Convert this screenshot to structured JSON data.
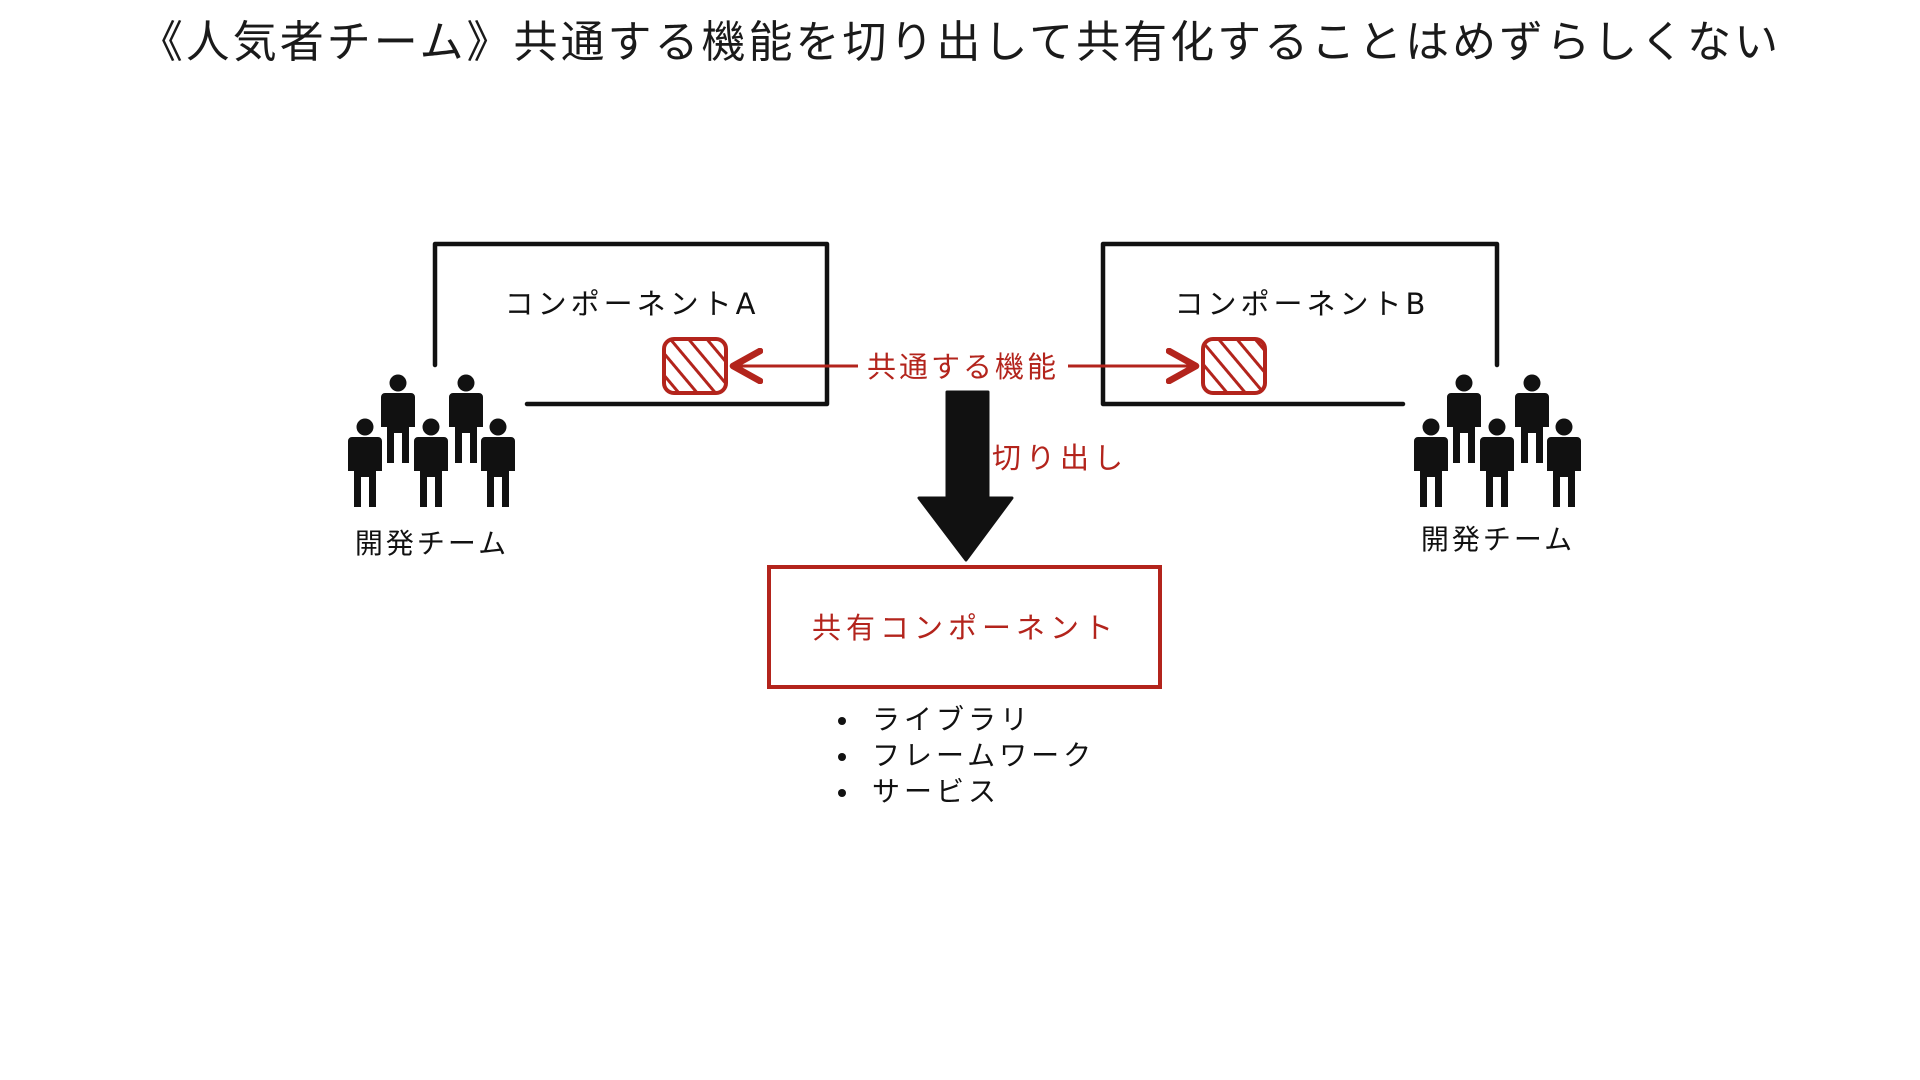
{
  "title": "《人気者チーム》共通する機能を切り出して共有化することはめずらしくない",
  "component_a": {
    "label": "コンポーネントA"
  },
  "component_b": {
    "label": "コンポーネントB"
  },
  "common_feature": {
    "label": "共通する機能"
  },
  "extract": {
    "label": "切り出し"
  },
  "shared_component": {
    "label": "共有コンポーネント"
  },
  "team_left": {
    "label": "開発チーム",
    "icon": "people-group-icon"
  },
  "team_right": {
    "label": "開発チーム",
    "icon": "people-group-icon"
  },
  "shared_examples": [
    "ライブラリ",
    "フレームワーク",
    "サービス"
  ],
  "colors": {
    "accent_red": "#b3241c",
    "ink": "#111111",
    "background": "#ffffff"
  }
}
